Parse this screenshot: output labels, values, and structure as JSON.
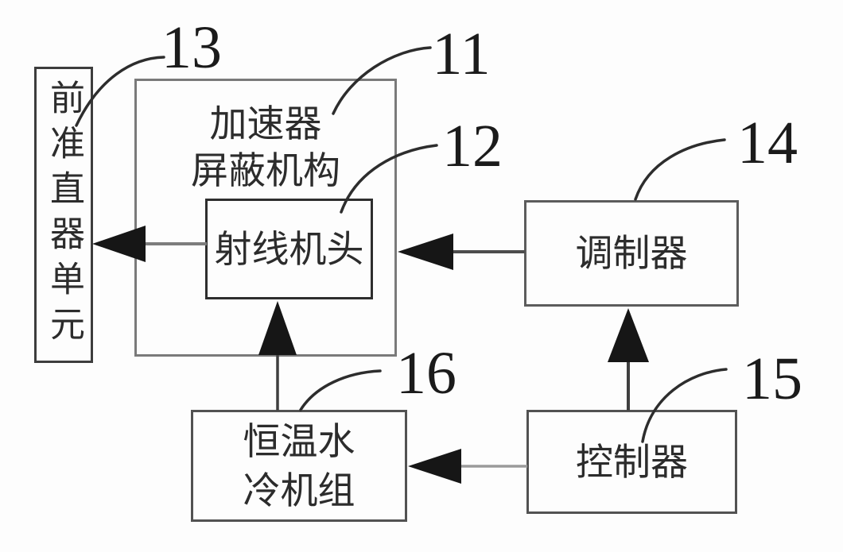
{
  "colors": {
    "background": "#fdfdfd",
    "box_border_dark": "#2e2e2e",
    "box_border_gray": "#7a7a7a",
    "leader_line": "#2d2d2d",
    "arrow_fill": "#161616",
    "connector_gray": "#7d7d7d",
    "connector_light": "#9b9b9b",
    "text": "#2c2c2c"
  },
  "boxes": {
    "collimator": {
      "label": "前准直器单元",
      "ref": "13"
    },
    "shield": {
      "line1": "加速器",
      "line2": "屏蔽机构",
      "ref": "11"
    },
    "head": {
      "label": "射线机头",
      "ref": "12"
    },
    "modulator": {
      "label": "调制器",
      "ref": "14"
    },
    "controller": {
      "label": "控制器",
      "ref": "15"
    },
    "cooler": {
      "line1": "恒温水",
      "line2": "冷机组",
      "ref": "16"
    }
  },
  "connections": [
    {
      "from": "head",
      "to": "collimator",
      "type": "arrow-left"
    },
    {
      "from": "modulator",
      "to": "head",
      "type": "arrow-left"
    },
    {
      "from": "controller",
      "to": "modulator",
      "type": "arrow-up"
    },
    {
      "from": "cooler",
      "to": "head",
      "type": "arrow-up"
    },
    {
      "from": "controller",
      "to": "cooler",
      "type": "arrow-left"
    }
  ]
}
